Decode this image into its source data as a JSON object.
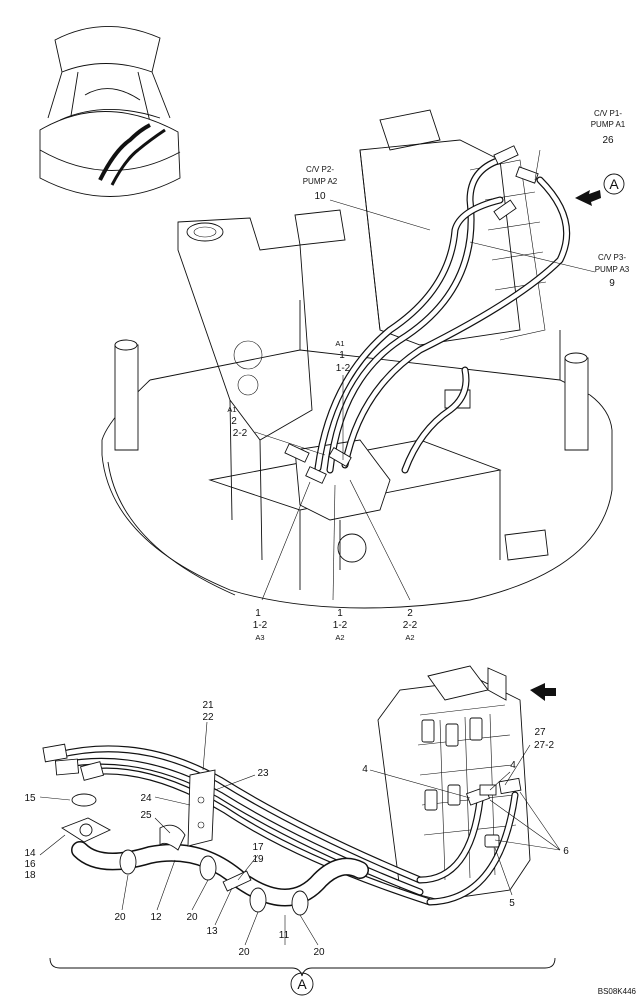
{
  "diagram_code": "BS08K446",
  "view_marker": "A",
  "top_labels": {
    "cv_p1_line1": "C/V P1-",
    "cv_p1_line2": "PUMP A1",
    "cv_p1_num": "26",
    "cv_p2_line1": "C/V P2-",
    "cv_p2_line2": "PUMP A2",
    "cv_p2_num": "10",
    "cv_p3_line1": "C/V P3-",
    "cv_p3_line2": "PUMP A3",
    "cv_p3_num": "9",
    "grp_a1_top": "A1",
    "grp_a1_n1": "1",
    "grp_a1_n12": "1-2",
    "grp_left_a1": "A1",
    "grp_left_n2": "2",
    "grp_left_n22": "2-2",
    "bl_n1": "1",
    "bl_n12": "1-2",
    "bl_a3": "A3",
    "bm_n1": "1",
    "bm_n12": "1-2",
    "bm_a2": "A2",
    "br_n2": "2",
    "br_n22": "2-2",
    "br_a2": "A2"
  },
  "bottom_labels": {
    "l21": "21",
    "l22": "22",
    "l23": "23",
    "l24": "24",
    "l25": "25",
    "l15": "15",
    "l14": "14",
    "l16": "16",
    "l18": "18",
    "l20a": "20",
    "l12": "12",
    "l20b": "20",
    "l17": "17",
    "l19": "19",
    "l13": "13",
    "l20c": "20",
    "l11": "11",
    "l20d": "20",
    "l4a": "4",
    "l4b": "4",
    "l27": "27",
    "l272": "27-2",
    "l6": "6",
    "l5": "5"
  }
}
